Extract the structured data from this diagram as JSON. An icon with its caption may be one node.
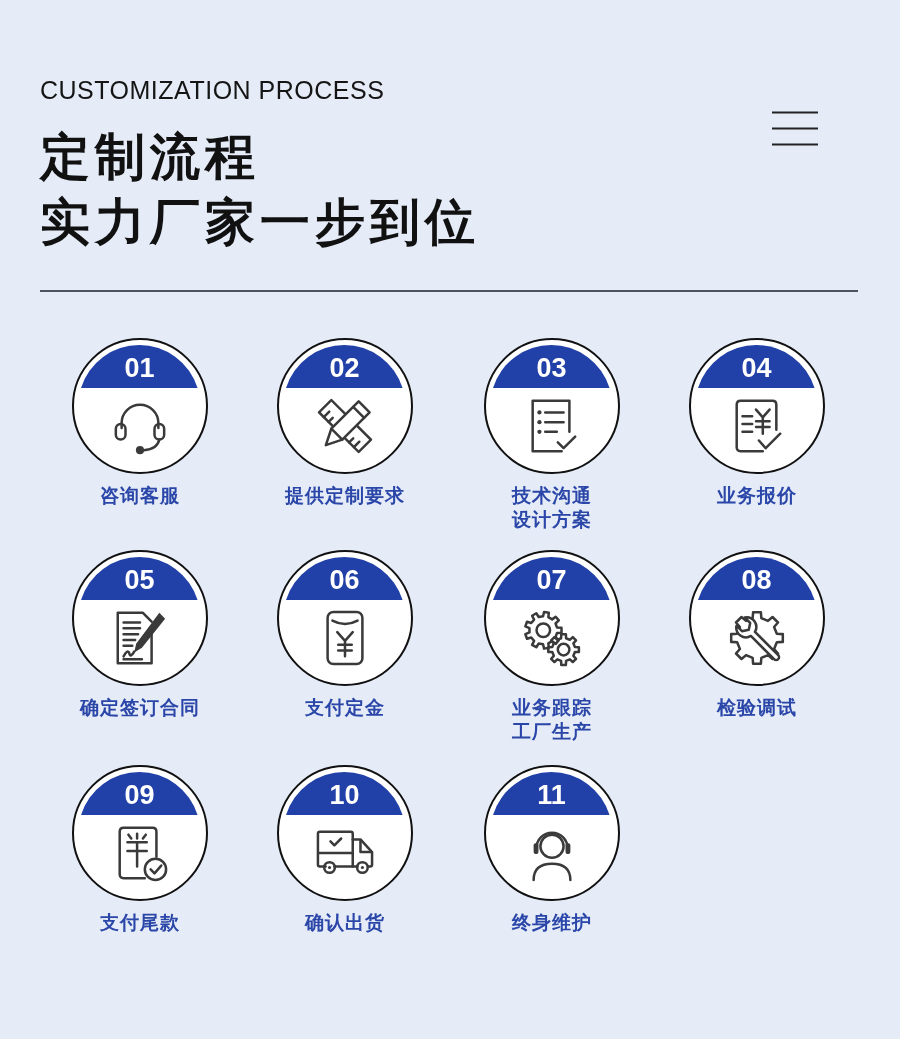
{
  "diagram": {
    "title": "定制流程",
    "nodes": [
      {
        "text": [
          "01"
        ],
        "beside": [
          "咨询客服"
        ]
      },
      {
        "text": [
          "02"
        ],
        "beside": [
          "提供定制要求"
        ]
      },
      {
        "text": [
          "03"
        ],
        "beside": [
          "技术沟通设计方案"
        ]
      },
      {
        "text": [
          "04"
        ],
        "beside": [
          "业务报价"
        ]
      },
      {
        "text": [
          "05"
        ],
        "beside": [
          "确定签订合同"
        ]
      },
      {
        "text": [
          "06"
        ],
        "beside": [
          "支付定金"
        ]
      },
      {
        "text": [
          "07"
        ],
        "beside": [
          "业务跟踪工厂生产"
        ]
      },
      {
        "text": [
          "08"
        ],
        "beside": [
          "检验调试"
        ]
      },
      {
        "text": [
          "09"
        ],
        "beside": [
          "支付尾款"
        ]
      },
      {
        "text": [
          "10"
        ],
        "beside": [
          "确认出货"
        ]
      },
      {
        "text": [
          "11"
        ],
        "beside": [
          "终身维护"
        ]
      }
    ],
    "labels": [
      "CUSTOMIZATION PROCESS",
      "实力厂家一步到位"
    ]
  }
}
